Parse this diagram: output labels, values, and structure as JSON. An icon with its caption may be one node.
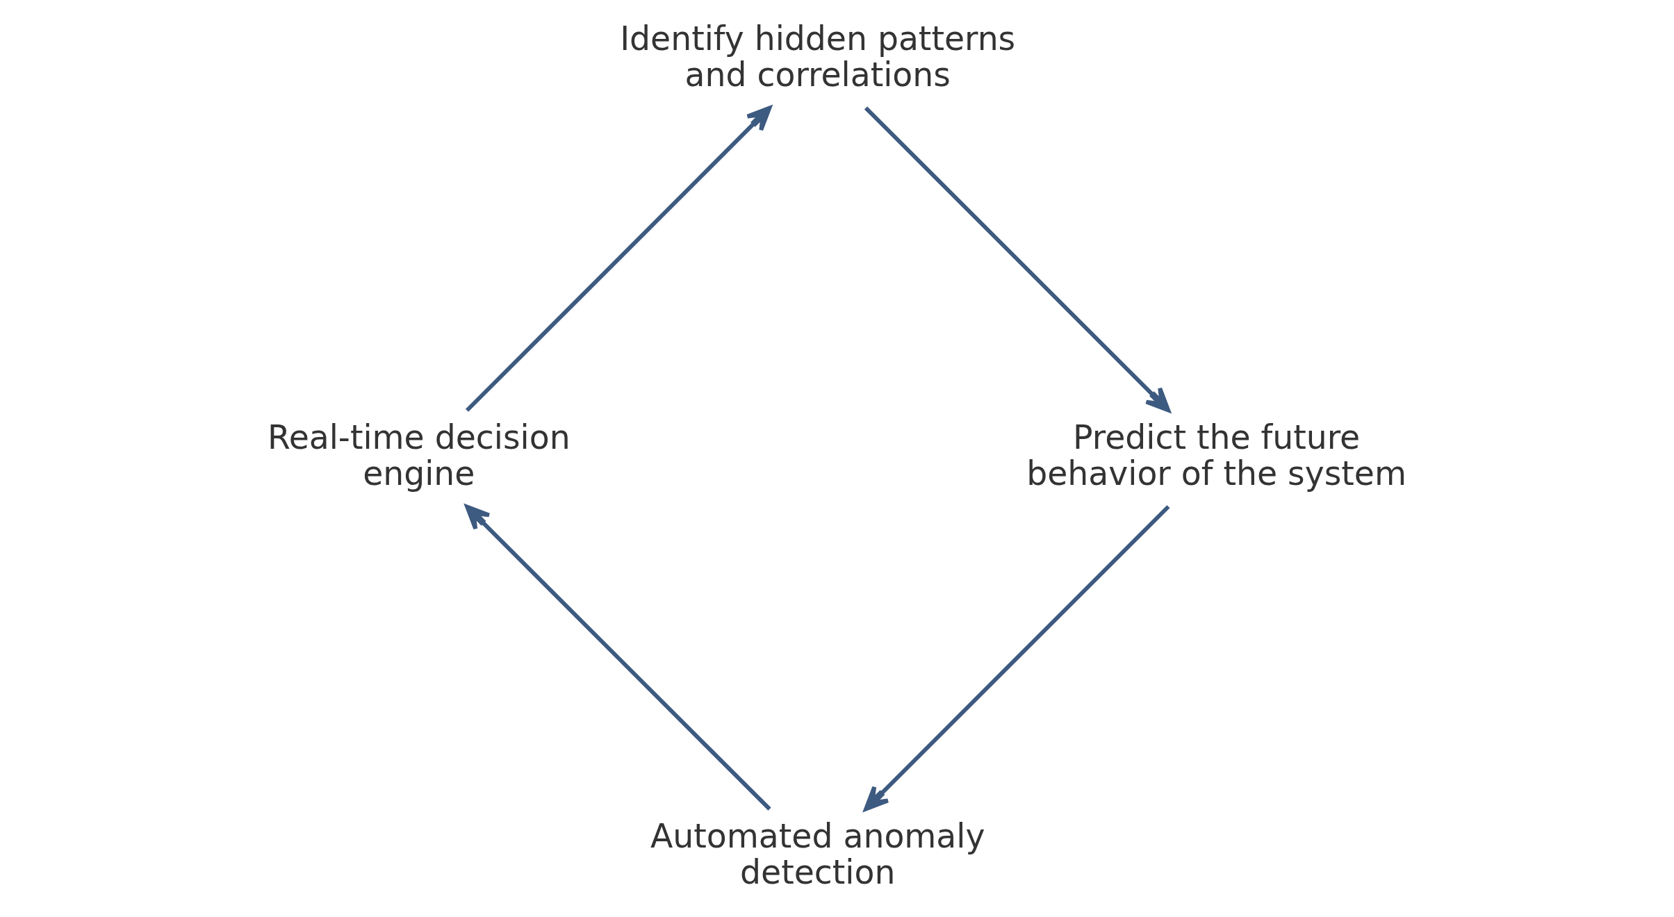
{
  "diagram": {
    "nodes": [
      {
        "text": [
          "Automated anomaly detection"
        ]
      },
      {
        "text": [
          "Real-time decision engine"
        ]
      },
      {
        "text": [
          "Identify hidden patterns and correlations"
        ]
      },
      {
        "text": [
          "Predict the future behavior of the system"
        ]
      }
    ],
    "edges": [
      {
        "from": 0,
        "to": 1,
        "arrow": "to"
      },
      {
        "from": 1,
        "to": 2,
        "arrow": "to"
      },
      {
        "from": 2,
        "to": 3,
        "arrow": "to"
      },
      {
        "from": 3,
        "to": 0,
        "arrow": "to"
      }
    ]
  }
}
